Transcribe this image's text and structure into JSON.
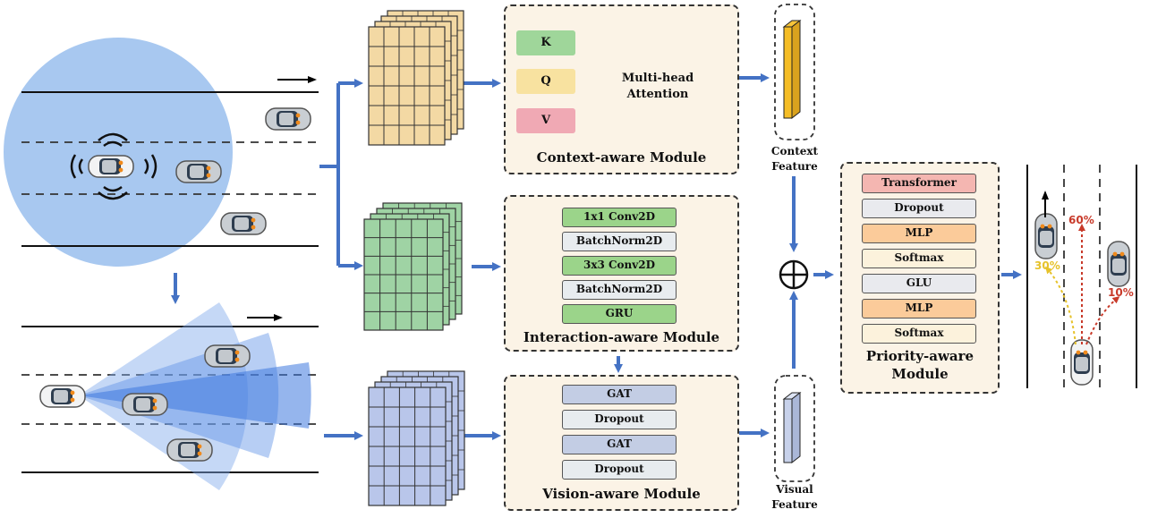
{
  "context_module": {
    "title": "Context-aware Module",
    "keys": [
      "K",
      "Q",
      "V"
    ],
    "attention_label_1": "Multi-head",
    "attention_label_2": "Attention"
  },
  "interaction_module": {
    "title": "Interaction-aware Module",
    "layers": [
      "1x1 Conv2D",
      "BatchNorm2D",
      "3x3 Conv2D",
      "BatchNorm2D",
      "GRU"
    ]
  },
  "vision_module": {
    "title": "Vision-aware Module",
    "layers": [
      "GAT",
      "Dropout",
      "GAT",
      "Dropout"
    ]
  },
  "priority_module": {
    "title_1": "Priority-aware",
    "title_2": "Module",
    "layers": [
      "Transformer",
      "Dropout",
      "MLP",
      "Softmax",
      "GLU",
      "MLP",
      "Softmax"
    ]
  },
  "features": {
    "context_1": "Context",
    "context_2": "Feature",
    "visual_1": "Visual",
    "visual_2": "Feature"
  },
  "output": {
    "prob_left": "30%",
    "prob_center": "60%",
    "prob_right": "10%"
  },
  "colors": {
    "arrow_blue": "#4472c4",
    "grid_yellow": "#f3d9a4",
    "grid_green": "#9fd3a4",
    "grid_blue": "#b9c6ea",
    "module_bg": "#fbf3e6",
    "key_green": "#9fd69a",
    "query_yellow": "#f8e2a0",
    "value_pink": "#f0a9b4",
    "layer_green": "#9bd48a",
    "layer_gray": "#e8ecef",
    "layer_blue": "#c3cde4",
    "layer_red": "#f4b6b1",
    "layer_orange": "#fbcb9a",
    "layer_cream": "#fcf2dc",
    "layer_light": "#e9eaee",
    "prob_yellow": "#e6c22a",
    "prob_red": "#c83a2a"
  }
}
